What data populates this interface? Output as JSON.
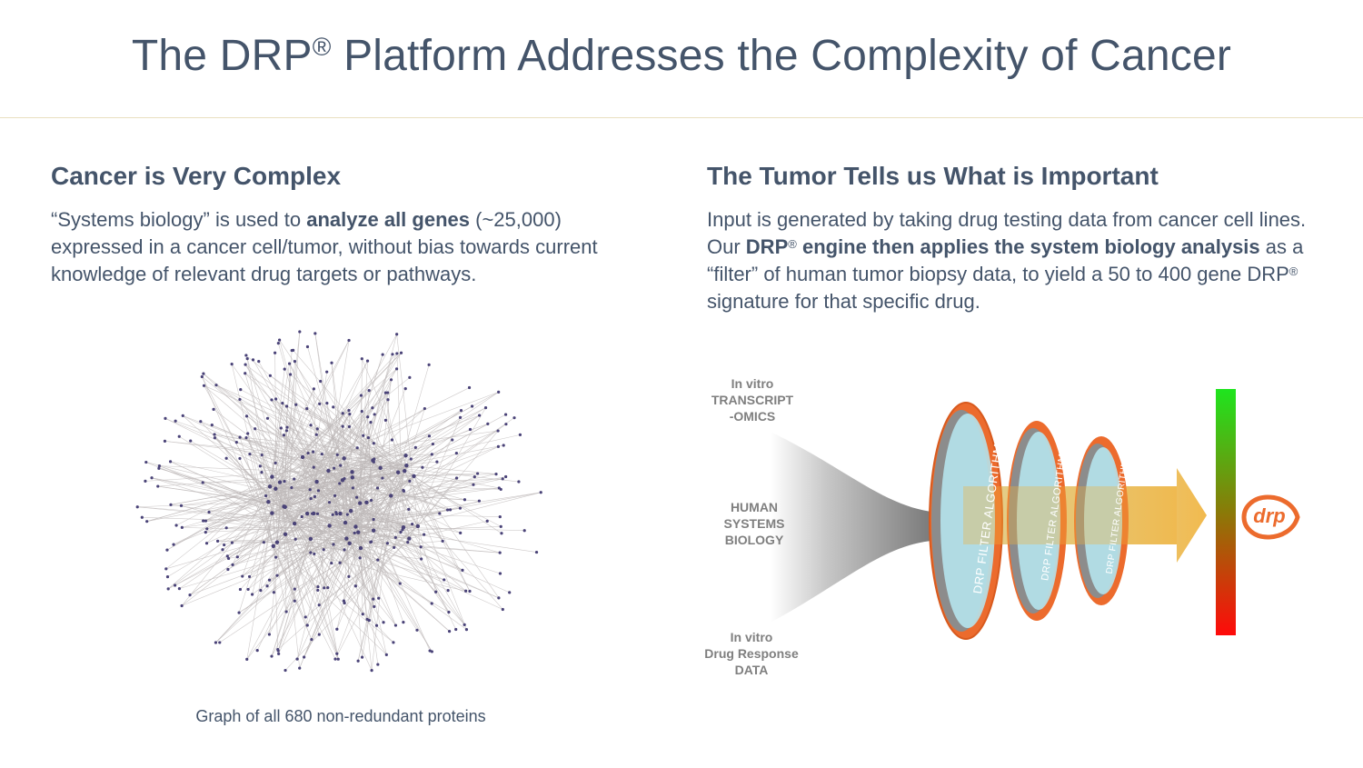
{
  "title": {
    "pre": "The DRP",
    "reg": "®",
    "post": " Platform Addresses the Complexity of Cancer"
  },
  "left": {
    "heading": "Cancer is Very Complex",
    "p_1": "“Systems biology” is used to ",
    "p_bold": "analyze all genes",
    "p_2": " (~25,000) expressed in a cancer cell/tumor, without bias towards current knowledge of relevant drug targets or pathways.",
    "caption": "Graph of all 680 non-redundant proteins"
  },
  "right": {
    "heading": "The Tumor Tells us What is Important",
    "p_1": "Input is generated by taking drug testing data from cancer cell lines. Our ",
    "p_bold_1": "DRP",
    "reg": "®",
    "p_bold_2": " engine then applies the system biology analysis",
    "p_2": " as a “filter” of human tumor biopsy data, to yield a 50 to 400 gene DRP",
    "p_3": " signature for that specific drug."
  },
  "diagram": {
    "input_top": [
      "In vitro",
      "TRANSCRIPT",
      "-OMICS"
    ],
    "input_mid": [
      "HUMAN",
      "SYSTEMS",
      "BIOLOGY"
    ],
    "input_bottom": [
      "In vitro",
      "Drug Response",
      "DATA"
    ],
    "filter_label": "DRP FILTER ALGORITHM",
    "logo_text": "drp",
    "colors": {
      "filter": "#ec6b2d",
      "lens": "#b5e3ec",
      "arrow": "#f0b23a",
      "bar_top": "#1ee51e",
      "bar_bottom": "#ff0a0a",
      "funnel": "#8a8a8a"
    }
  }
}
